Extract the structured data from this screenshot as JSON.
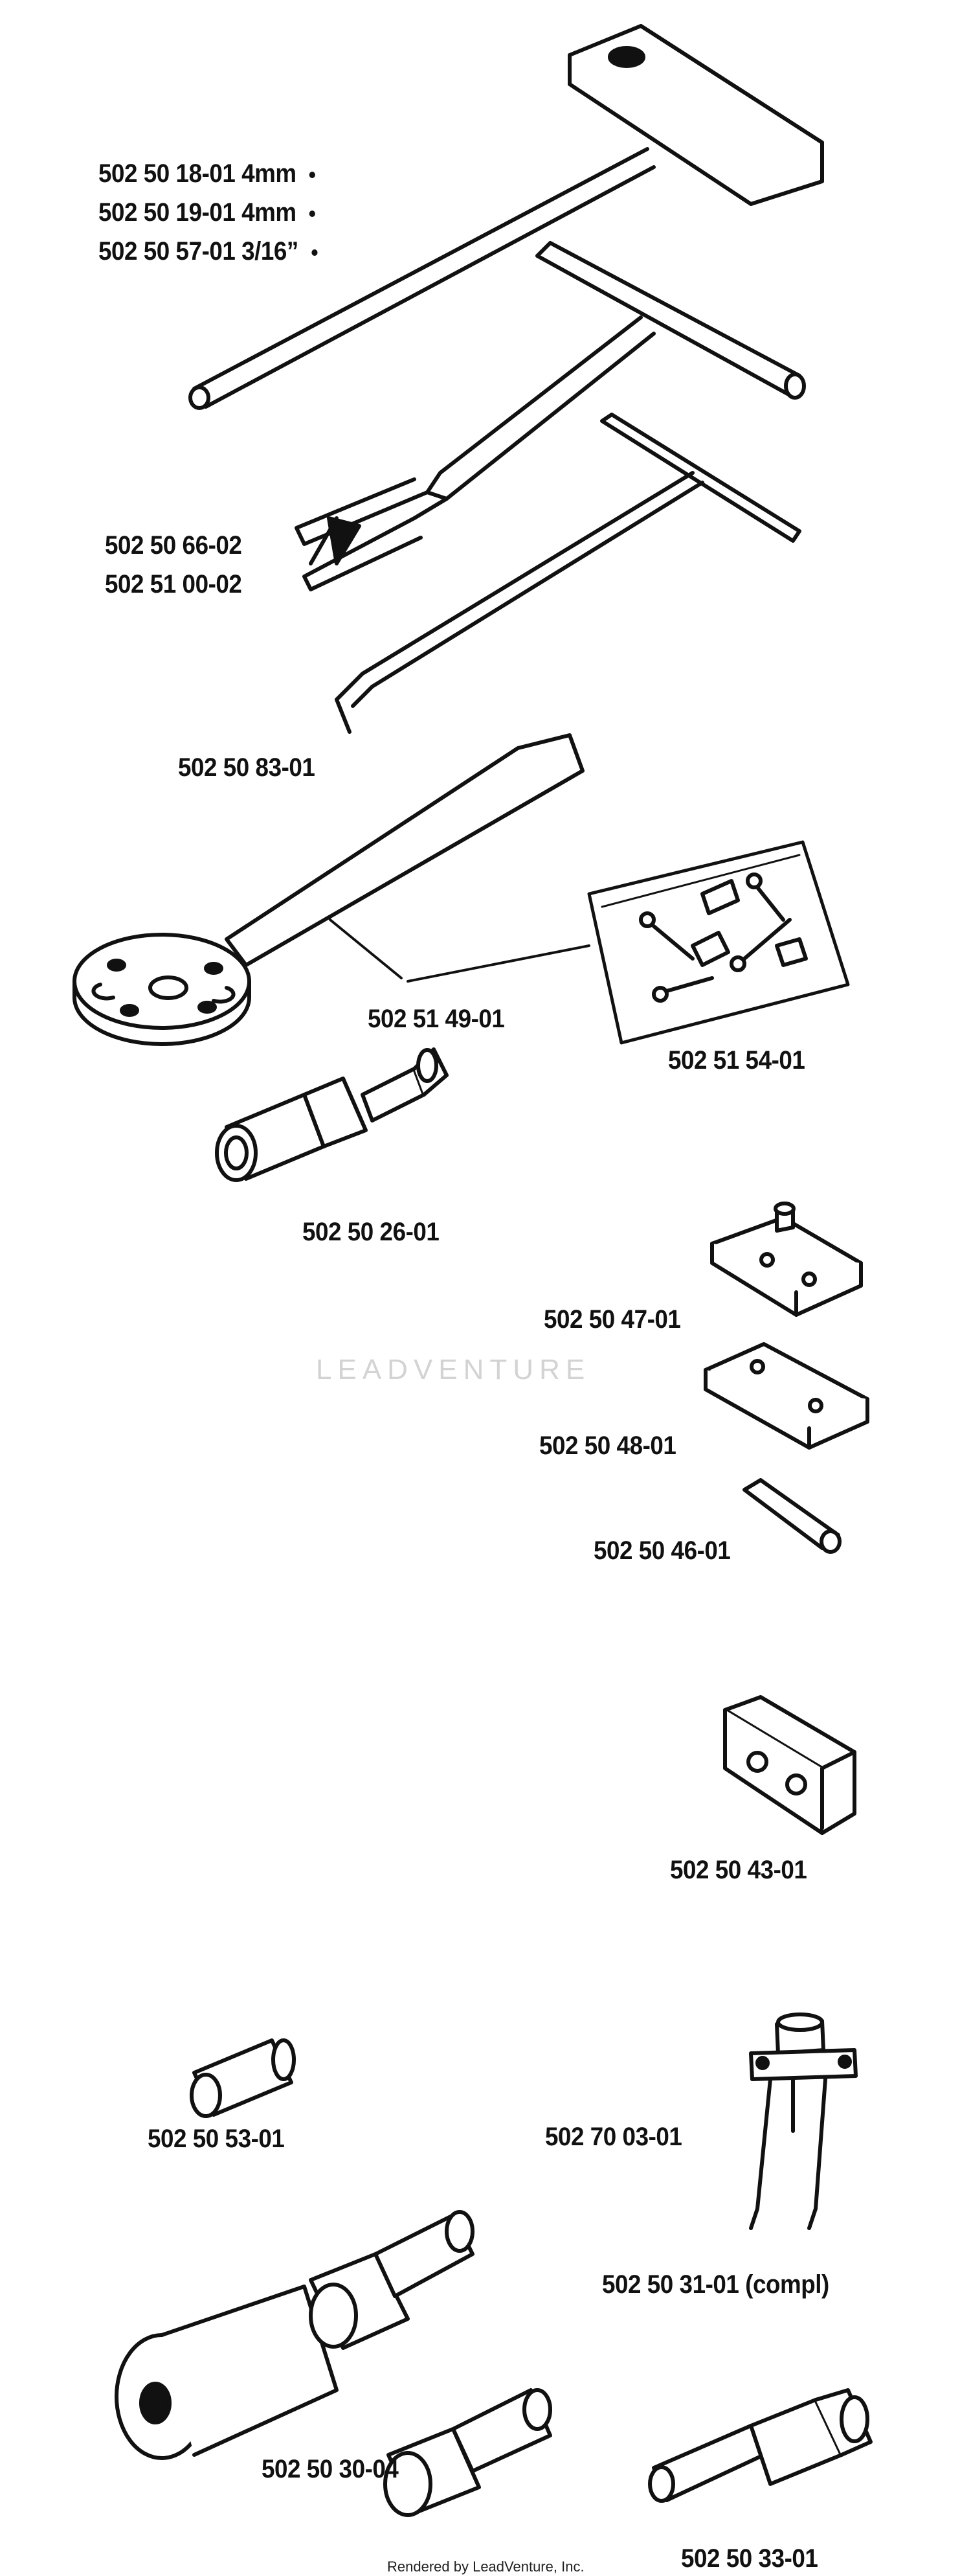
{
  "parts": [
    {
      "key": "allen-4mm-a",
      "number": "502 50 18-01 4mm",
      "bullet": true
    },
    {
      "key": "allen-4mm-b",
      "number": "502 50 19-01 4mm",
      "bullet": true
    },
    {
      "key": "allen-3-16",
      "number": "502 50 57-01 3/16”",
      "bullet": true
    },
    {
      "key": "fork-tool-a",
      "number": "502 50 66-02"
    },
    {
      "key": "fork-tool-b",
      "number": "502 51 00-02"
    },
    {
      "key": "hook-tool",
      "number": "502 50 83-01"
    },
    {
      "key": "flywheel-holder",
      "number": "502 51 49-01"
    },
    {
      "key": "screw-kit",
      "number": "502 51 54-01"
    },
    {
      "key": "bolt-puller",
      "number": "502 50 26-01"
    },
    {
      "key": "plate-with-stud",
      "number": "502 50 47-01"
    },
    {
      "key": "plate",
      "number": "502 50 48-01"
    },
    {
      "key": "pin",
      "number": "502 50 46-01"
    },
    {
      "key": "block",
      "number": "502 50 43-01"
    },
    {
      "key": "sleeve",
      "number": "502 50 53-01"
    },
    {
      "key": "puller-arm",
      "number": "502 70 03-01"
    },
    {
      "key": "puller-compl",
      "number": "502 50 31-01 (compl)"
    },
    {
      "key": "puller-set",
      "number": "502 50 30-04"
    },
    {
      "key": "drift",
      "number": "502 50 33-01"
    }
  ],
  "watermark": "LEADVENTURE",
  "footer": "Rendered by LeadVenture, Inc."
}
